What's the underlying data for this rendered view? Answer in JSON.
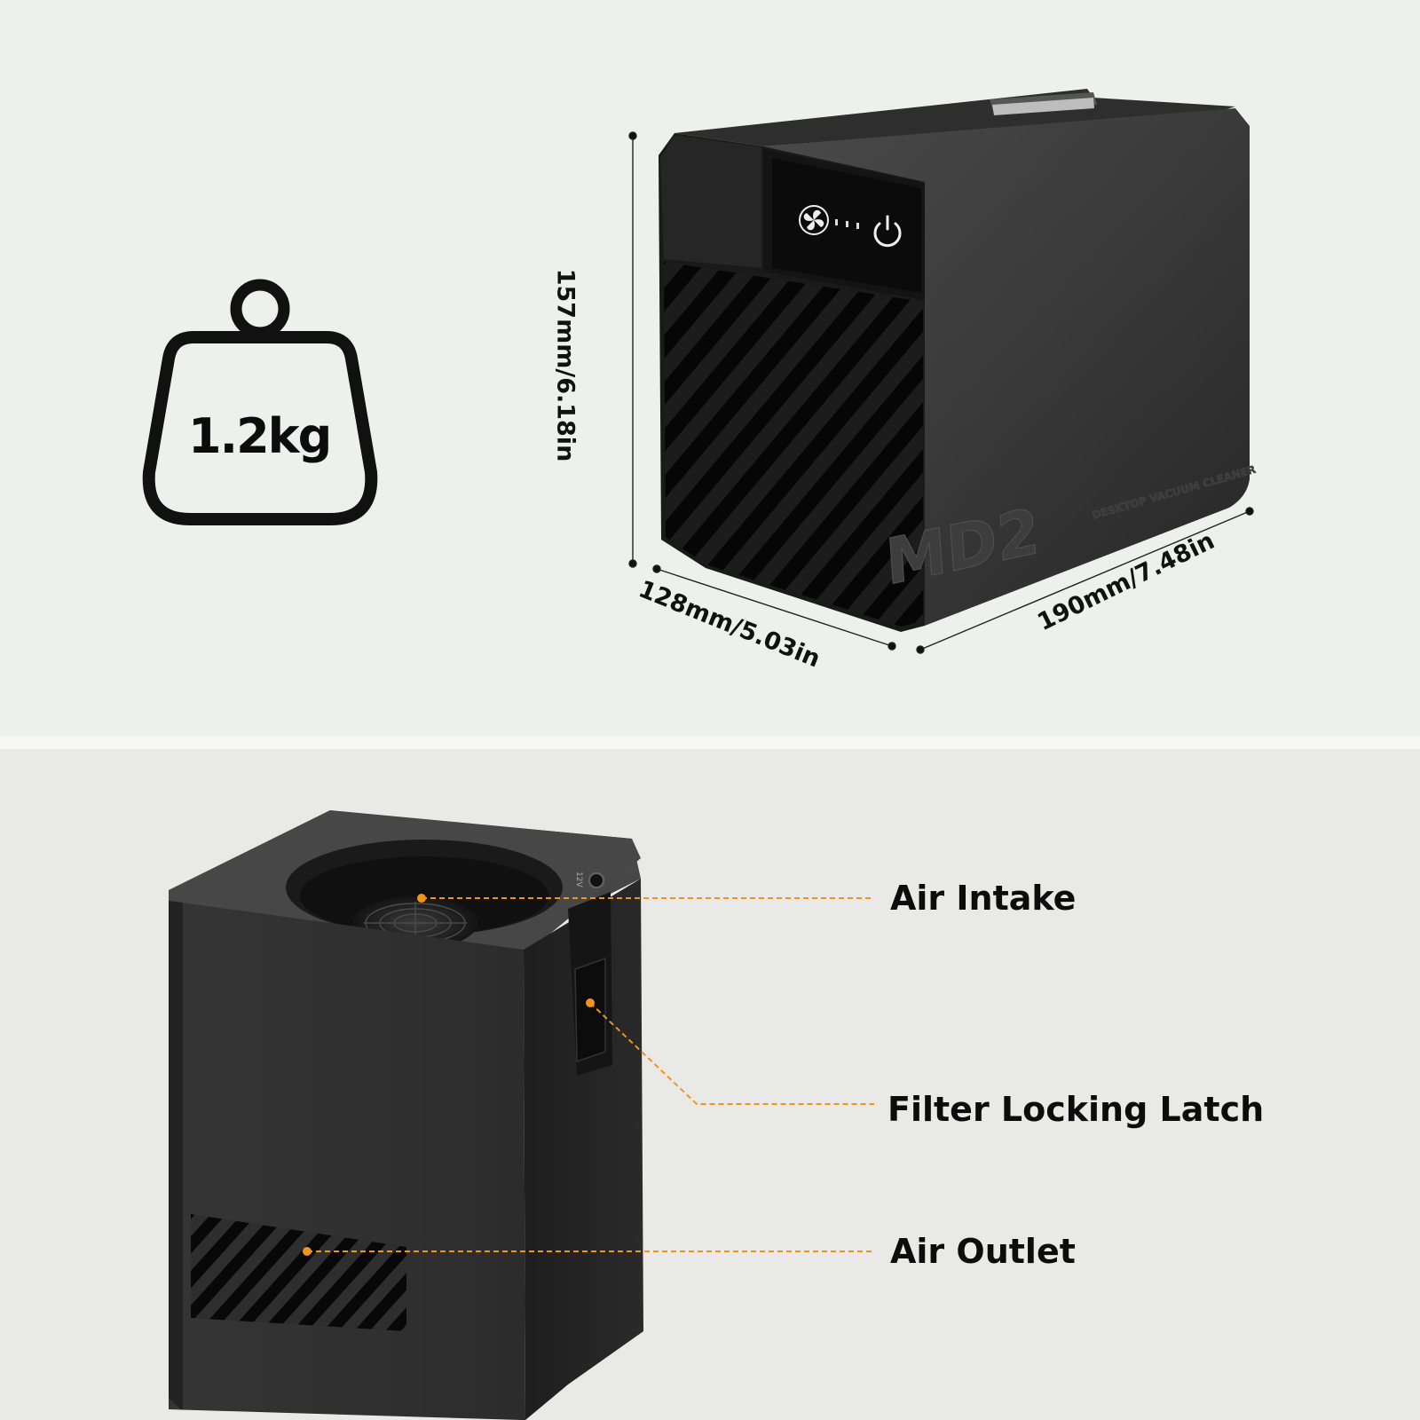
{
  "weight": {
    "label": "1.2kg"
  },
  "dimensions": {
    "height": "157mm/6.18in",
    "width": "128mm/5.03in",
    "depth": "190mm/7.48in"
  },
  "product": {
    "brand_mark": "MD2",
    "subtitle": "DESKTOP VACUUM CLEANER",
    "port_label": "12V"
  },
  "callouts": {
    "air_intake": "Air Intake",
    "filter_latch": "Filter Locking Latch",
    "air_outlet": "Air Outlet"
  },
  "colors": {
    "accent": "#f0941c",
    "device": "#2b2b2b",
    "text": "#0c0c0c"
  },
  "icons": [
    "weight-icon",
    "fan-icon",
    "power-icon"
  ]
}
